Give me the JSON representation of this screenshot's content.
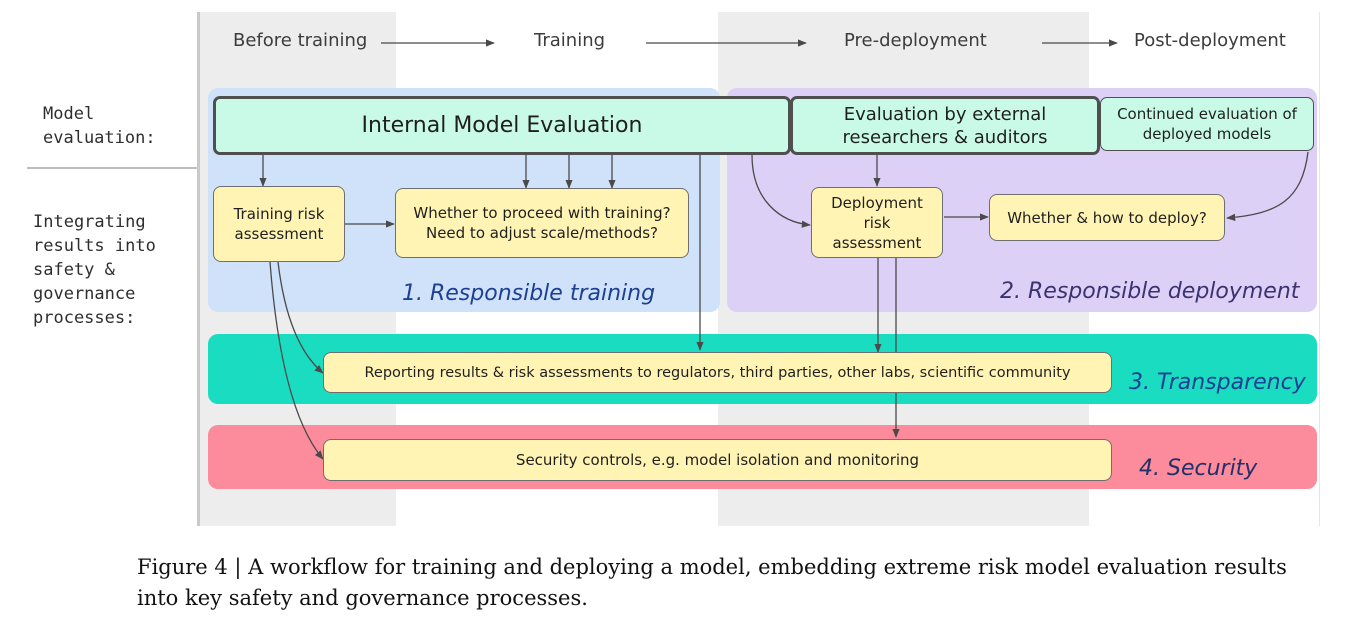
{
  "phases": [
    "Before training",
    "Training",
    "Pre-deployment",
    "Post-deployment"
  ],
  "row_labels": {
    "model_evaluation": "Model\nevaluation:",
    "integrating": "Integrating\nresults into\nsafety &\ngovernance\nprocesses:"
  },
  "boxes": {
    "internal_eval": "Internal Model Evaluation",
    "external_eval": "Evaluation by external researchers & auditors",
    "continued_eval": "Continued evaluation of deployed models",
    "training_risk": "Training risk assessment",
    "proceed_training": "Whether to proceed with training? Need to adjust scale/methods?",
    "deployment_risk": "Deployment risk assessment",
    "how_to_deploy": "Whether & how to deploy?",
    "reporting": "Reporting results & risk assessments to regulators, third parties, other labs, scientific community",
    "security_controls": "Security controls, e.g. model isolation and monitoring"
  },
  "panels": {
    "training": "1. Responsible training",
    "deployment": "2. Responsible deployment",
    "transparency": "3. Transparency",
    "security": "4. Security"
  },
  "caption": "Figure 4 | A workflow for training and deploying a model, embedding extreme risk model evaluation results into key safety and governance processes.",
  "colors": {
    "training_panel": "#cfe2fa",
    "deployment_panel": "#dcd0f6",
    "transparency_panel": "#19dcc1",
    "security_panel": "#fc8b9b",
    "evaluation_box": "#c9fae8",
    "process_box": "#fff4b4"
  }
}
